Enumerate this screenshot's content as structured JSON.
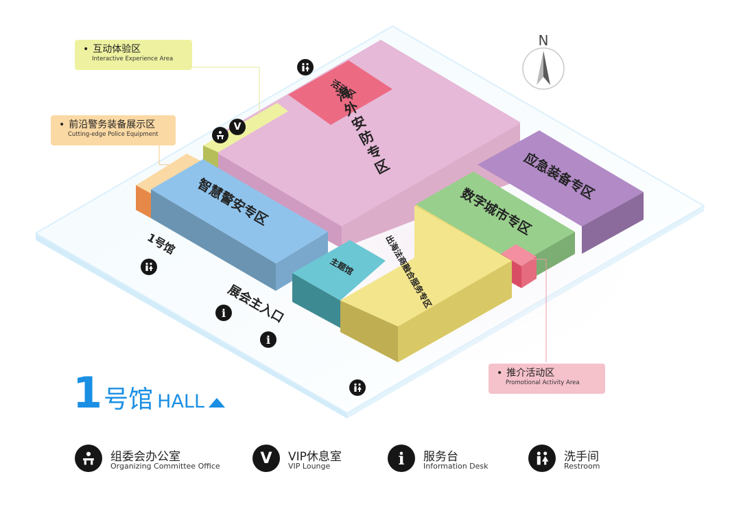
{
  "hall": {
    "number": "1",
    "cn": "号馆",
    "en": "HALL"
  },
  "compass": {
    "label": "N"
  },
  "floor_labels": {
    "hall1": "1号馆",
    "entrance": "展会主入口"
  },
  "zones": {
    "overseas": {
      "label": "海外安防专区",
      "color": "#e6b9d8"
    },
    "activity": {
      "label": "活动区",
      "color": "#ec6a82"
    },
    "emergency": {
      "label": "应急装备专区",
      "color": "#b18ac6"
    },
    "digital_city": {
      "label": "数字城市专区",
      "color": "#98cf8c"
    },
    "smart_police": {
      "label": "智慧警安专区",
      "color": "#8fc3ec"
    },
    "theme": {
      "label": "主题馆",
      "color": "#6bc7d4"
    },
    "export_service": {
      "label": "出海法商融合服务专区",
      "color": "#f3e58c"
    },
    "interactive": {
      "color": "#eef2a0"
    },
    "cutting_edge": {
      "color": "#fbd9a4"
    },
    "promotional": {
      "color": "#f38fa0"
    }
  },
  "callouts": {
    "interactive": {
      "cn": "互动体验区",
      "en": "Interactive Experience Area"
    },
    "cutting_edge": {
      "cn": "前沿警务装备展示区",
      "en": "Cutting-edge Police Equipment"
    },
    "promotional": {
      "cn": "推介活动区",
      "en": "Promotional Activity Area"
    }
  },
  "map_icons": {
    "vip": "V",
    "info": "i"
  },
  "legend": [
    {
      "icon": "office-icon",
      "cn": "组委会办公室",
      "en": "Organizing Committee Office"
    },
    {
      "icon": "vip-lounge-icon",
      "glyph": "V",
      "cn": "VIP休息室",
      "en": "VIP Lounge"
    },
    {
      "icon": "information-icon",
      "glyph": "i",
      "cn": "服务台",
      "en": "Information Desk"
    },
    {
      "icon": "restroom-icon",
      "cn": "洗手间",
      "en": "Restroom"
    }
  ]
}
